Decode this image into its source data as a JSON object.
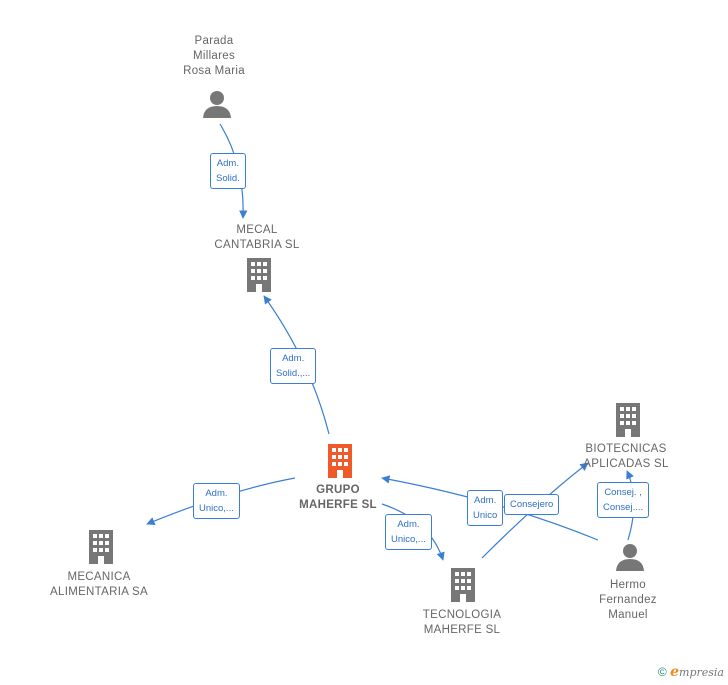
{
  "nodes": {
    "parada": {
      "lines": [
        "Parada",
        "Millares",
        "Rosa Maria"
      ],
      "type": "person"
    },
    "mecal": {
      "lines": [
        "MECAL",
        "CANTABRIA  SL"
      ],
      "type": "company"
    },
    "grupo": {
      "lines": [
        "GRUPO",
        "MAHERFE  SL"
      ],
      "type": "company-main"
    },
    "mecanica": {
      "lines": [
        "MECANICA",
        "ALIMENTARIA SA"
      ],
      "type": "company"
    },
    "tecnologia": {
      "lines": [
        "TECNOLOGIA",
        "MAHERFE  SL"
      ],
      "type": "company"
    },
    "biotecnicas": {
      "lines": [
        "BIOTECNICAS",
        "APLICADAS SL"
      ],
      "type": "company"
    },
    "hermo": {
      "lines": [
        "Hermo",
        "Fernandez",
        "Manuel"
      ],
      "type": "person"
    }
  },
  "edges": {
    "parada_mecal": [
      "Adm.",
      "Solid."
    ],
    "grupo_mecal": [
      "Adm.",
      "Solid.,..."
    ],
    "grupo_mecanica": [
      "Adm.",
      "Unico,..."
    ],
    "grupo_tecnologia": [
      "Adm.",
      "Unico,..."
    ],
    "hermo_grupo": [
      "Adm.",
      "Unico"
    ],
    "tecnologia_biotecnicas": [
      "Consejero"
    ],
    "hermo_biotecnicas": [
      "Consej. ,",
      "Consej...."
    ]
  },
  "colors": {
    "edge": "#3a7fd5",
    "node_icon": "#777777",
    "main_icon": "#f0592a"
  },
  "footer": {
    "copyright": "©",
    "brand_initial": "e",
    "brand_rest": "mpresia"
  }
}
